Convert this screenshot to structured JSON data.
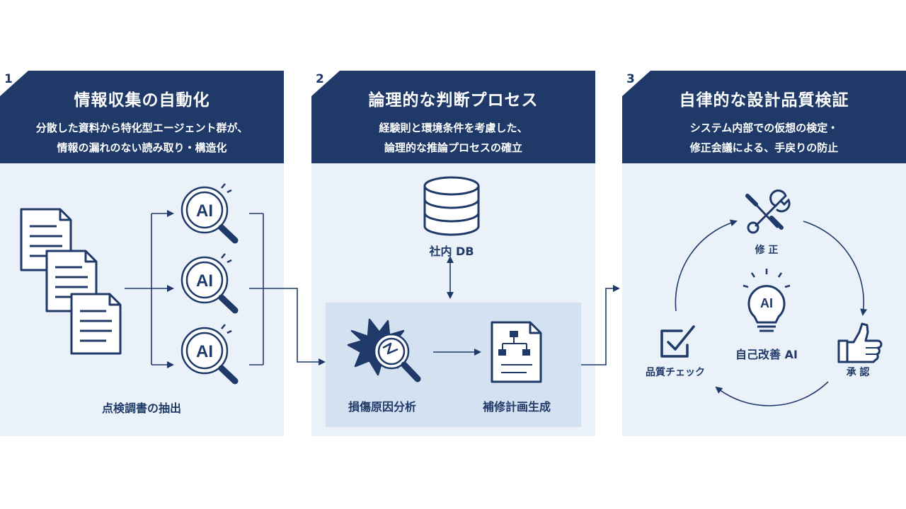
{
  "panels": [
    {
      "number": "1",
      "title": "情報収集の自動化",
      "desc_line1": "分散した資料から特化型エージェント群が、",
      "desc_line2": "情報の漏れのない読み取り・構造化",
      "label": "点検調書の抽出",
      "ai_text": "AI"
    },
    {
      "number": "2",
      "title": "論理的な判断プロセス",
      "desc_line1": "経験則と環境条件を考慮した、",
      "desc_line2": "論理的な推論プロセスの確立",
      "db_label": "社内 DB",
      "cause_label": "損傷原因分析",
      "plan_label": "補修計画生成"
    },
    {
      "number": "3",
      "title": "自律的な設計品質検証",
      "desc_line1": "システム内部での仮想の検定・",
      "desc_line2": "修正会議による、手戻りの防止",
      "fix_label": "修 正",
      "approve_label": "承 認",
      "check_label": "品質チェック",
      "center_label": "自己改善 AI",
      "ai_text": "AI"
    }
  ],
  "colors": {
    "navy": "#1f3a68",
    "panel_bg": "#eaf1f9",
    "subbox_bg": "#d4e1f0"
  }
}
